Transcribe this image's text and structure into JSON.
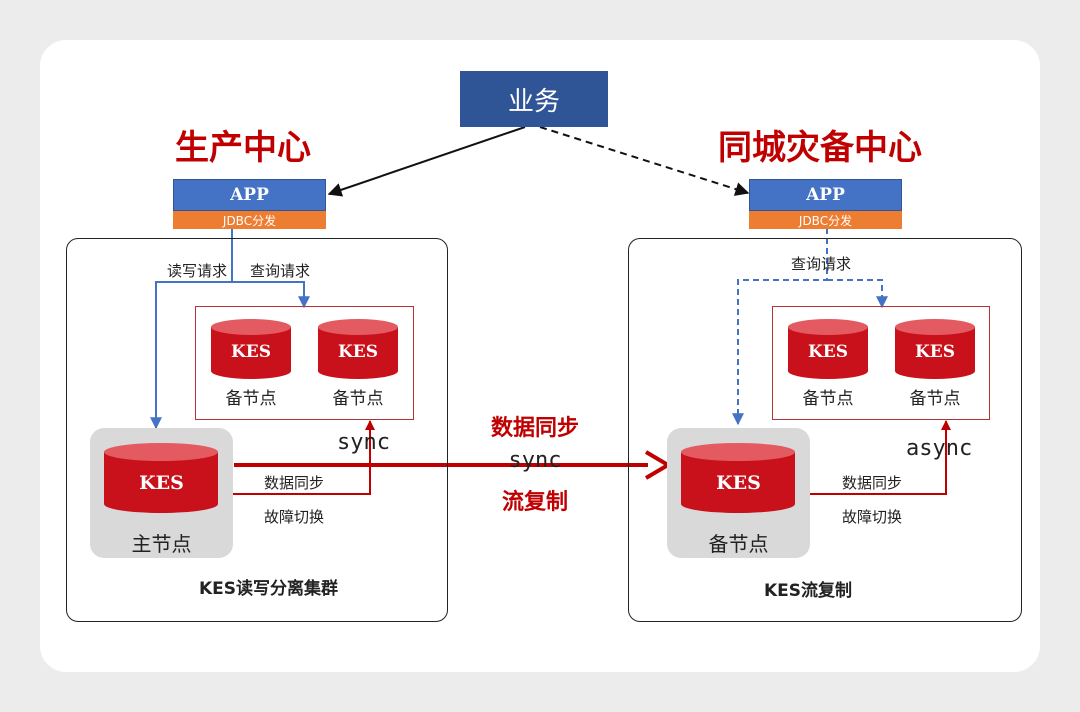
{
  "business": "业务",
  "left_center": {
    "title": "生产中心",
    "app": "APP",
    "jdbc": "JDBC分发",
    "read_write": "读写请求",
    "query": "查询请求",
    "standby_nodes": [
      {
        "db": "KES",
        "label": "备节点"
      },
      {
        "db": "KES",
        "label": "备节点"
      }
    ],
    "sync": "sync",
    "primary": {
      "db": "KES",
      "label": "主节点"
    },
    "data_sync": "数据同步",
    "failover": "故障切换",
    "cluster_name": "KES读写分离集群"
  },
  "middle": {
    "line1": "数据同步",
    "line2": "sync",
    "line3": "流复制"
  },
  "right_center": {
    "title": "同城灾备中心",
    "app": "APP",
    "jdbc": "JDBC分发",
    "query": "查询请求",
    "standby_nodes": [
      {
        "db": "KES",
        "label": "备节点"
      },
      {
        "db": "KES",
        "label": "备节点"
      }
    ],
    "async": "async",
    "standby_main": {
      "db": "KES",
      "label": "备节点"
    },
    "data_sync": "数据同步",
    "failover": "故障切换",
    "cluster_name": "KES流复制"
  },
  "colors": {
    "red": "#c00000",
    "db_red": "#c9111b",
    "app_blue": "#4472c4",
    "business_blue": "#2f5597",
    "jdbc_orange": "#ed7d31",
    "line_blue": "#4472c4"
  }
}
